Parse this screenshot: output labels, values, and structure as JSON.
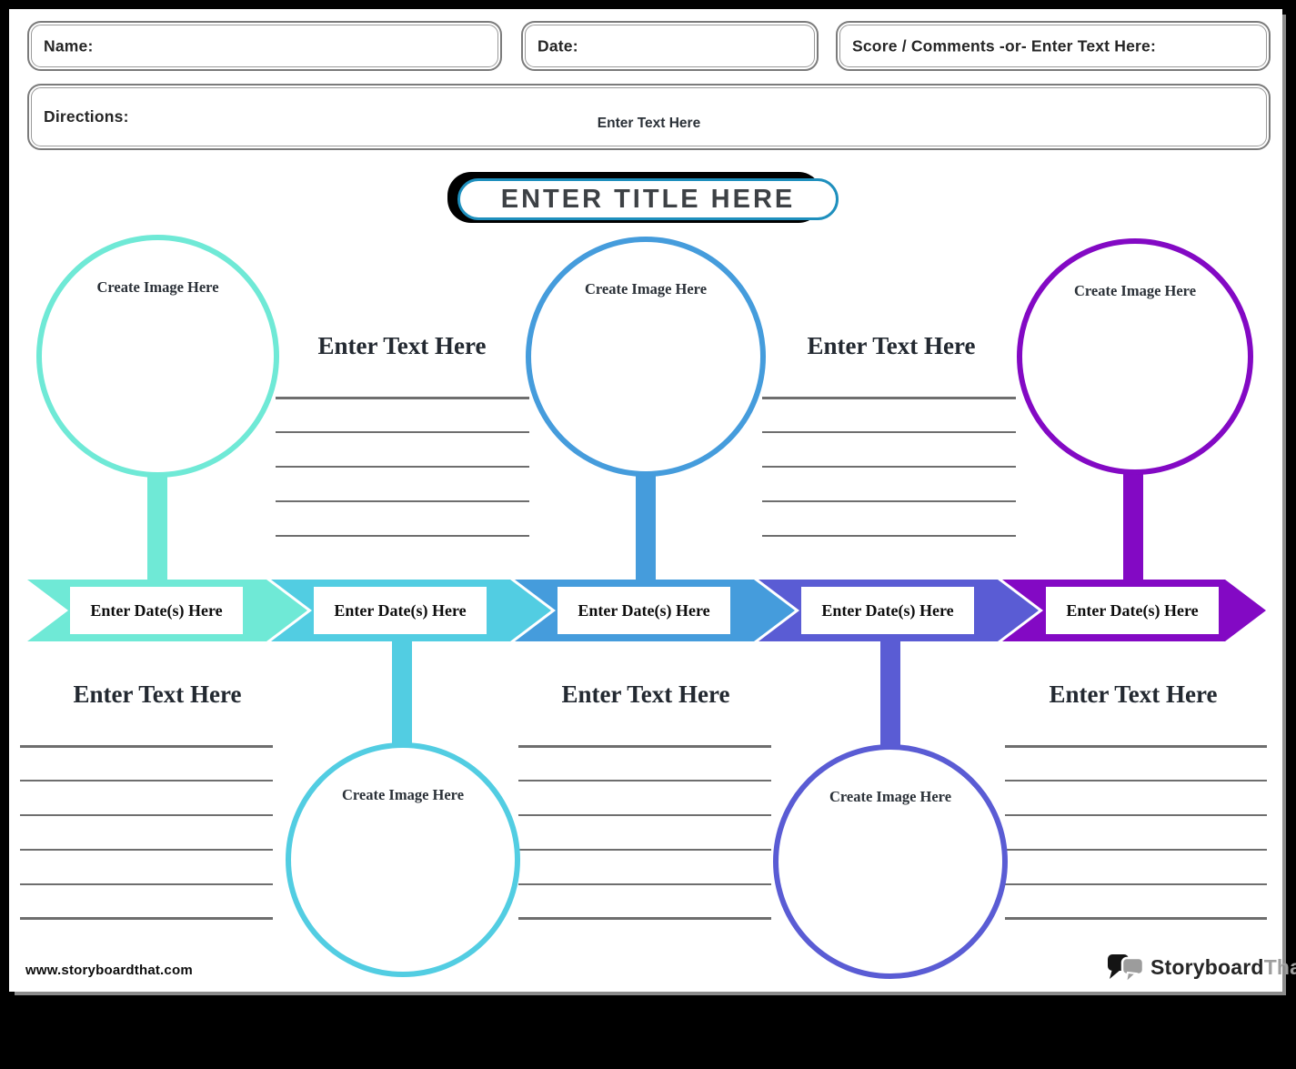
{
  "header": {
    "name_label": "Name:",
    "date_label": "Date:",
    "score_label": "Score / Comments -or- Enter Text Here:",
    "directions_label": "Directions:",
    "directions_text": "Enter Text Here"
  },
  "title": "ENTER TITLE HERE",
  "timeline": {
    "events": [
      {
        "color": "#6fe9d6",
        "date_label": "Enter Date(s) Here",
        "image_label": "Create Image Here",
        "text_heading": "Enter Text Here",
        "image_position": "above",
        "text_position": "below"
      },
      {
        "color": "#52cde2",
        "date_label": "Enter Date(s) Here",
        "image_label": "Create Image Here",
        "text_heading": "Enter Text Here",
        "image_position": "below",
        "text_position": "above"
      },
      {
        "color": "#459cdc",
        "date_label": "Enter Date(s) Here",
        "image_label": "Create Image Here",
        "text_heading": "Enter Text Here",
        "image_position": "above",
        "text_position": "below"
      },
      {
        "color": "#5a5cd4",
        "date_label": "Enter Date(s) Here",
        "image_label": "Create Image Here",
        "text_heading": "Enter Text Here",
        "image_position": "below",
        "text_position": "above"
      },
      {
        "color": "#8309c4",
        "date_label": "Enter Date(s) Here",
        "image_label": "Create Image Here",
        "text_heading": "Enter Text Here",
        "image_position": "above",
        "text_position": "below"
      }
    ]
  },
  "footer": {
    "website": "www.storyboardthat.com",
    "logo_primary": "Storyboard",
    "logo_secondary": "That"
  },
  "colors": {
    "title_border": "#1e8fbd",
    "title_shadow": "#000000",
    "field_border": "#7b7b7b",
    "write_line": "#6e6e6e"
  }
}
